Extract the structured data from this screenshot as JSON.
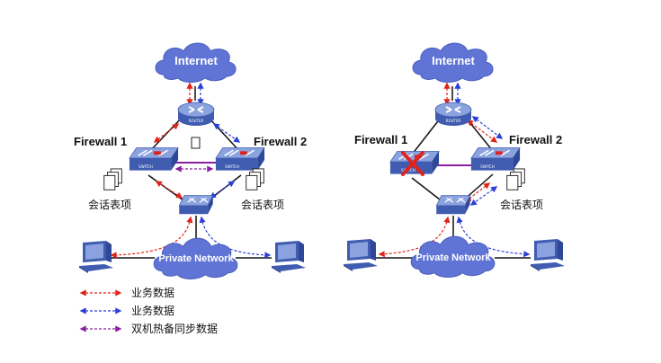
{
  "colors": {
    "red": "#e0231b",
    "blue": "#2a3fd6",
    "purple": "#8a1ea0",
    "cloud": "#5f74d4",
    "device_top": "#7e96d3",
    "device_side": "#3f5cb0",
    "link": "#111111"
  },
  "left": {
    "internet": "Internet",
    "firewall1": "Firewall 1",
    "firewall2": "Firewall 2",
    "session1": "会话表项",
    "session2": "会话表项",
    "private": "Private Network",
    "router_text": "ROUTER",
    "switch_text": "SWITCH"
  },
  "right": {
    "internet": "Internet",
    "firewall1": "Firewall 1",
    "firewall2": "Firewall 2",
    "session2": "会话表项",
    "private": "Private Network",
    "router_text": "ROUTER",
    "switch_text": "SWITCH"
  },
  "legend": [
    {
      "label": "业务数据",
      "color": "red",
      "icon": "red-dashed-double-arrow"
    },
    {
      "label": "业务数据",
      "color": "blue",
      "icon": "blue-dashed-double-arrow"
    },
    {
      "label": "双机热备同步数据",
      "color": "purple",
      "icon": "purple-dashed-double-arrow"
    }
  ],
  "icons": [
    "cloud-icon",
    "router-icon",
    "firewall-icon",
    "switch-icon",
    "computer-icon",
    "document-stack-icon",
    "failure-x-icon"
  ]
}
